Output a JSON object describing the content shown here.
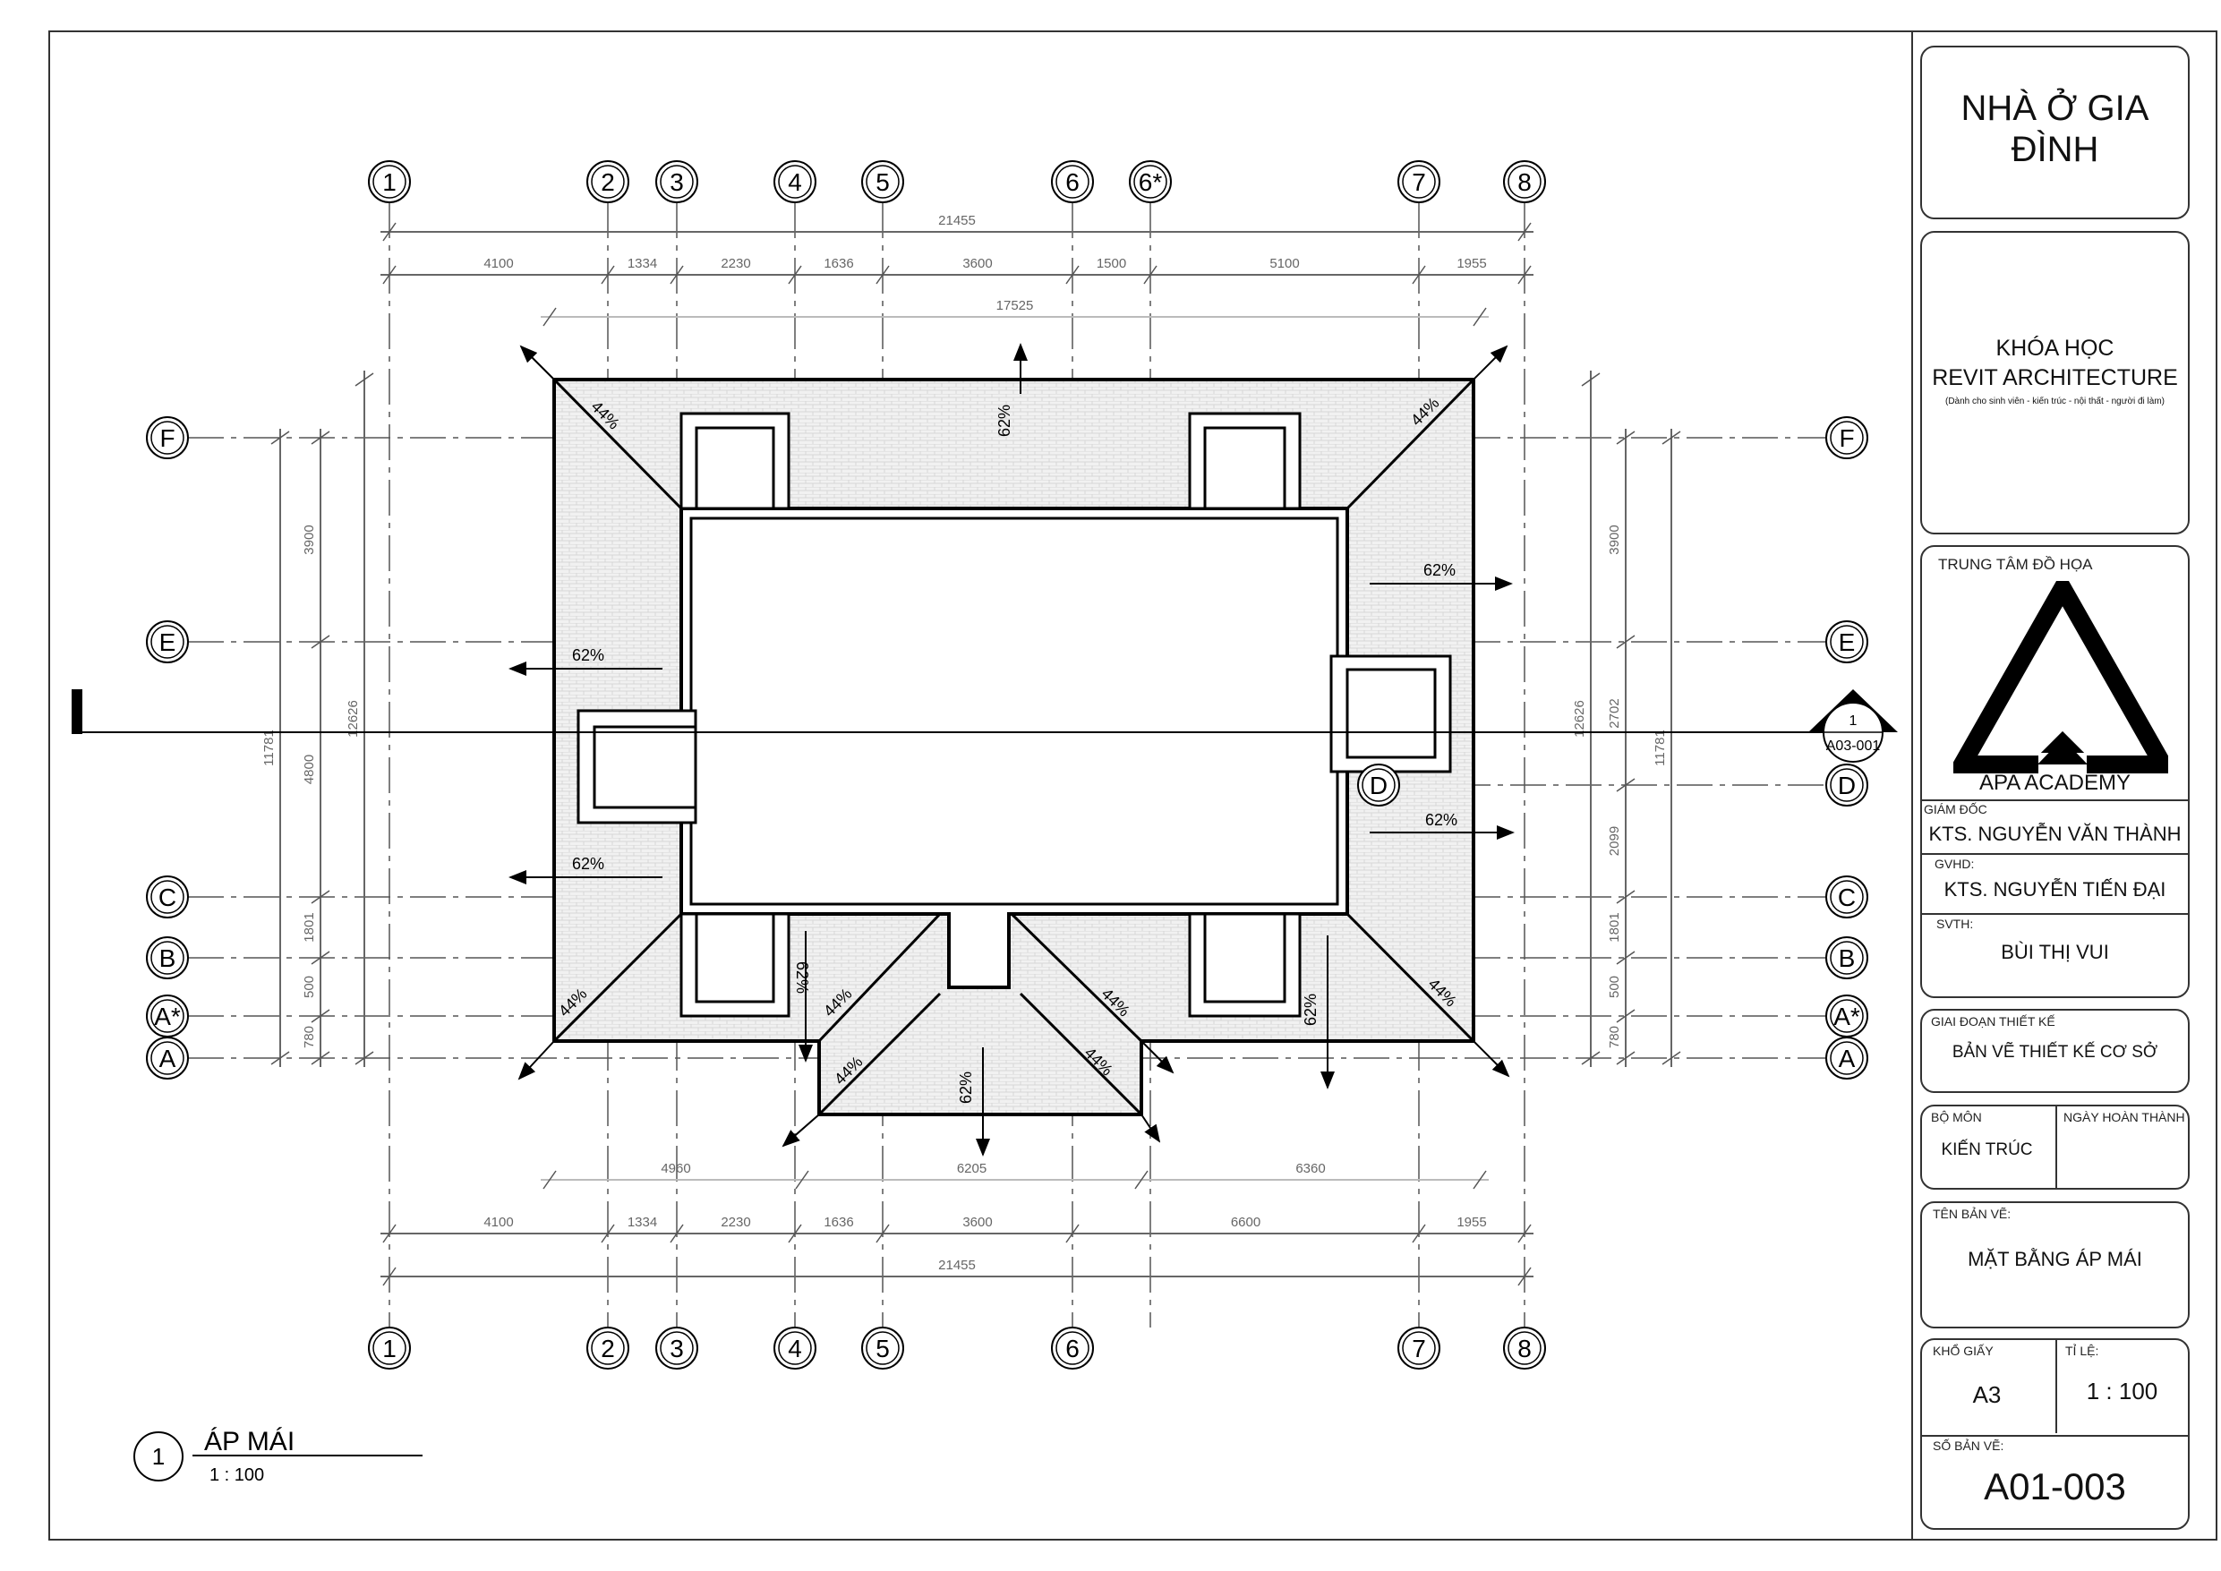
{
  "title_block": {
    "project": "NHÀ Ở GIA ĐÌNH",
    "course_line1": "KHÓA HỌC",
    "course_line2": "REVIT ARCHITECTURE",
    "course_sub": "(Dành cho sinh viên - kiến trúc - nội thất - người đi làm)",
    "center_label": "TRUNG TÂM ĐỒ HỌA",
    "logo_text": "APA ACADEMY",
    "director_label": "GIÁM ĐỐC",
    "director": "KTS. NGUYỄN VĂN THÀNH",
    "advisor_label": "GVHD:",
    "advisor": "KTS. NGUYỄN TIẾN ĐẠI",
    "student_label": "SVTH:",
    "student": "BÙI THỊ VUI",
    "phase_label": "GIAI ĐOẠN THIẾT KẾ",
    "phase": "BẢN VẼ THIẾT KẾ CƠ SỞ",
    "department_label": "BỘ MÔN",
    "department": "KIẾN TRÚC",
    "completion_label": "NGÀY HOÀN THÀNH",
    "sheet_name_label": "TÊN BẢN VẼ:",
    "sheet_name": "MẶT BẰNG ÁP MÁI",
    "paper_label": "KHỔ GIẤY",
    "paper": "A3",
    "scale_label": "TỈ LỆ:",
    "scale": "1 : 100",
    "sheet_no_label": "SỐ BẢN VẼ:",
    "sheet_no": "A01-003"
  },
  "grid": {
    "columns_top": [
      "1",
      "2",
      "3",
      "4",
      "5",
      "6",
      "6*",
      "7",
      "8"
    ],
    "columns_bottom": [
      "1",
      "2",
      "3",
      "4",
      "5",
      "6",
      "7",
      "8"
    ],
    "rows": [
      "F",
      "E",
      "D",
      "C",
      "B",
      "A*",
      "A"
    ]
  },
  "dimensions": {
    "top_overall": "21455",
    "top_chain": [
      "4100",
      "1334",
      "2230",
      "1636",
      "3600",
      "1500",
      "5100",
      "1955"
    ],
    "top_roof": "17525",
    "bottom_roof": [
      "4960",
      "6205",
      "6360"
    ],
    "bottom_chain": [
      "4100",
      "1334",
      "2230",
      "1636",
      "3600",
      "6600",
      "1955"
    ],
    "bottom_overall": "21455",
    "left_overall": "11781",
    "left_chain": [
      "3900",
      "4800",
      "1801",
      "500",
      "780"
    ],
    "left_roof": "12626",
    "right_roof": "12626",
    "right_chain": [
      "3900",
      "2702",
      "2099",
      "1801",
      "500",
      "780"
    ],
    "right_overall": "11781"
  },
  "slopes": [
    "44%",
    "44%",
    "62%",
    "62%",
    "62%",
    "62%",
    "62%",
    "62%",
    "44%",
    "44%",
    "44%",
    "44%",
    "44%",
    "44%",
    "62%",
    "62%"
  ],
  "section_marker": {
    "number": "1",
    "sheet": "A03-001"
  },
  "view_title": {
    "number": "1",
    "name": "ÁP MÁI",
    "scale": "1 : 100"
  }
}
